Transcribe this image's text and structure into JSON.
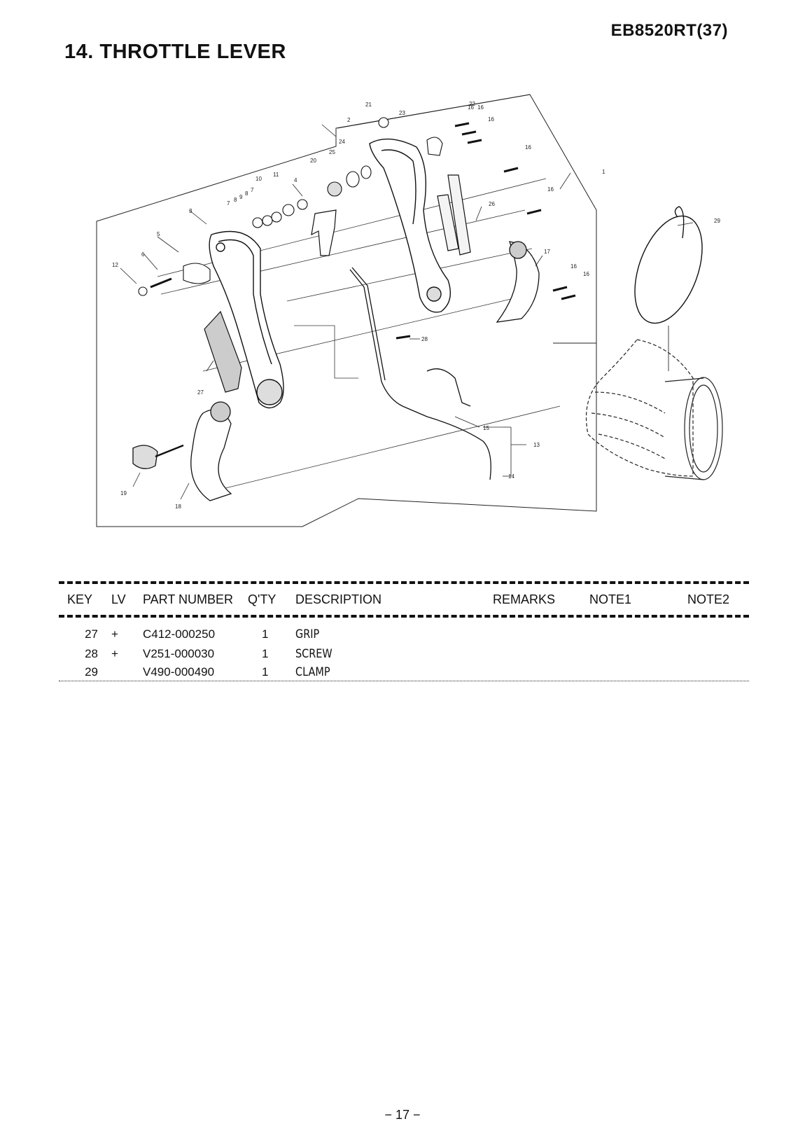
{
  "header": {
    "model": "EB8520RT(37)",
    "section_title": "14. THROTTLE LEVER"
  },
  "diagram": {
    "callouts": [
      "1",
      "2",
      "3",
      "4",
      "5",
      "6",
      "7",
      "8",
      "9",
      "7",
      "8",
      "10",
      "11",
      "12",
      "13",
      "14",
      "15",
      "16",
      "16",
      "16",
      "16",
      "16",
      "16",
      "16",
      "17",
      "18",
      "19",
      "20",
      "21",
      "22",
      "23",
      "24",
      "25",
      "26",
      "27",
      "28",
      "29"
    ]
  },
  "parts_table": {
    "headers": {
      "key": "KEY",
      "lv": "LV",
      "part_number": "PART NUMBER",
      "qty": "Q'TY",
      "description": "DESCRIPTION",
      "remarks": "REMARKS",
      "note1": "NOTE1",
      "note2": "NOTE2"
    },
    "rows": [
      {
        "key": "27",
        "lv": "+",
        "part_number": "C412-000250",
        "qty": "1",
        "description": "GRIP"
      },
      {
        "key": "28",
        "lv": "+",
        "part_number": "V251-000030",
        "qty": "1",
        "description": "SCREW"
      },
      {
        "key": "29",
        "lv": "",
        "part_number": "V490-000490",
        "qty": "1",
        "description": "CLAMP"
      }
    ]
  },
  "footer": {
    "page_number": "− 17 −"
  }
}
